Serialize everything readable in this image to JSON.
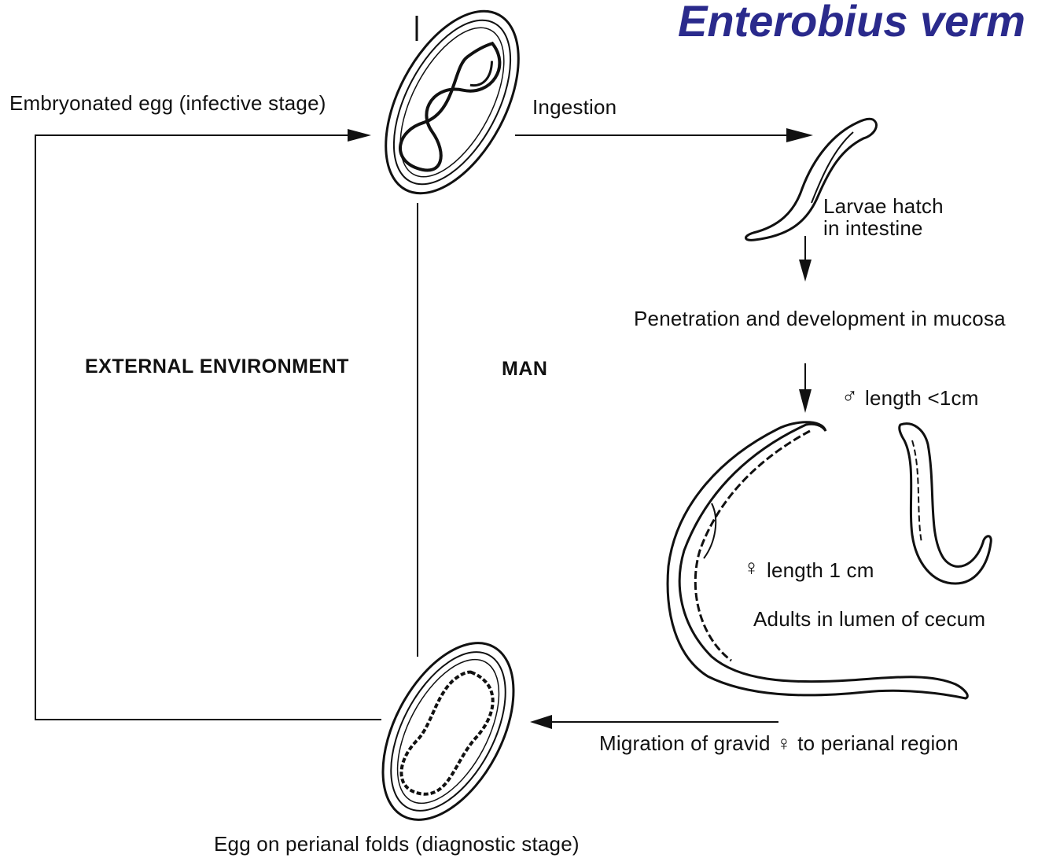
{
  "title": "Enterobius verm",
  "labels": {
    "embryonated_egg": "Embryonated egg (infective stage)",
    "ingestion": "Ingestion",
    "larvae_hatch_1": "Larvae hatch",
    "larvae_hatch_2": "in intestine",
    "penetration": "Penetration and development in mucosa",
    "male_symbol": "♂",
    "male_length": "length <1cm",
    "external_environment": "EXTERNAL ENVIRONMENT",
    "man": "MAN",
    "female_symbol": "♀",
    "female_length": "length 1 cm",
    "adults": "Adults in lumen of cecum",
    "migration": "Migration of gravid ♀ to perianal region",
    "egg_perianal": "Egg on perianal folds (diagnostic stage)"
  },
  "colors": {
    "title": "#2a2a8c",
    "line": "#111111"
  }
}
